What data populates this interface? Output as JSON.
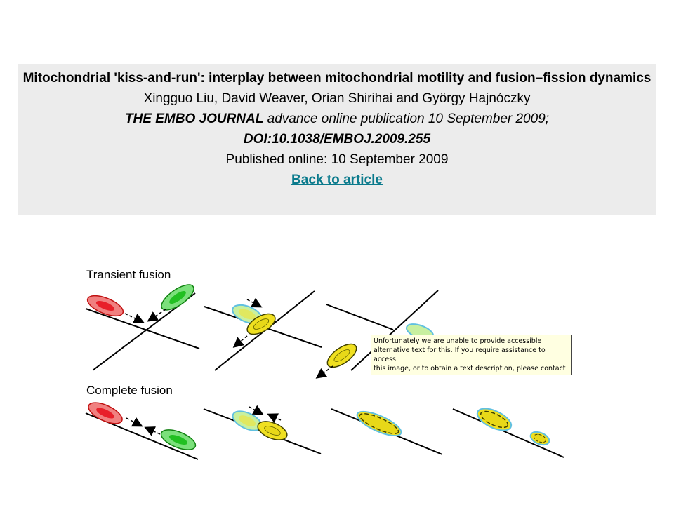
{
  "header": {
    "title": "Mitochondrial 'kiss-and-run': interplay between mitochondrial motility and fusion–fission dynamics",
    "authors": "Xingguo Liu, David Weaver, Orian Shirihai and György Hajnóczky",
    "journal_name": "THE EMBO JOURNAL",
    "journal_rest": " advance online publication 10 September 2009;",
    "doi": "DOI:10.1038/EMBOJ.2009.255",
    "published": "Published online: 10 September 2009",
    "back_link": "Back to article"
  },
  "figure": {
    "label_transient": "Transient fusion",
    "label_complete": "Complete fusion"
  },
  "tooltip": {
    "text": "Unfortunately we are unable to provide accessible\nalternative text for this. If you require assistance to access\nthis image, or to obtain a text description, please contact\nnpg@nature.com"
  },
  "colors": {
    "red": "#e8202a",
    "green": "#22c022",
    "yellow": "#f0e020",
    "header_bg": "#ececec",
    "link": "#0a7a8c"
  }
}
